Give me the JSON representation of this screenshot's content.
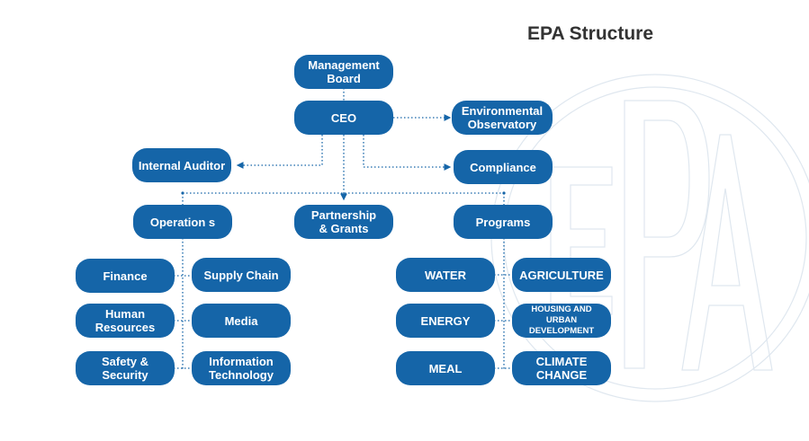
{
  "title": "EPA Structure",
  "colors": {
    "node_fill": "#1565a8",
    "node_text": "#ffffff",
    "connector": "#1565a8",
    "watermark": "#dfe7ef"
  },
  "watermark": {
    "icon": "epa-logo-watermark"
  },
  "nodes": {
    "management_board": "Management\nBoard",
    "ceo": "CEO",
    "environmental_observatory": "Environmental\nObservatory",
    "internal_auditor": "Internal Auditor",
    "compliance": "Compliance",
    "operations": "Operation s",
    "partnership_grants": "Partnership\n& Grants",
    "programs": "Programs",
    "finance": "Finance",
    "supply_chain": "Supply Chain",
    "human_resources": "Human\nResources",
    "media": "Media",
    "safety_security": "Safety &  Security",
    "information_technology": "Information\nTechnology",
    "water": "WATER",
    "agriculture": "AGRICULTURE",
    "energy": "ENERGY",
    "housing_urban_development": "HOUSING AND\nURBAN DEVELOPMENT",
    "meal": "MEAL",
    "climate_change": "CLIMATE CHANGE"
  }
}
